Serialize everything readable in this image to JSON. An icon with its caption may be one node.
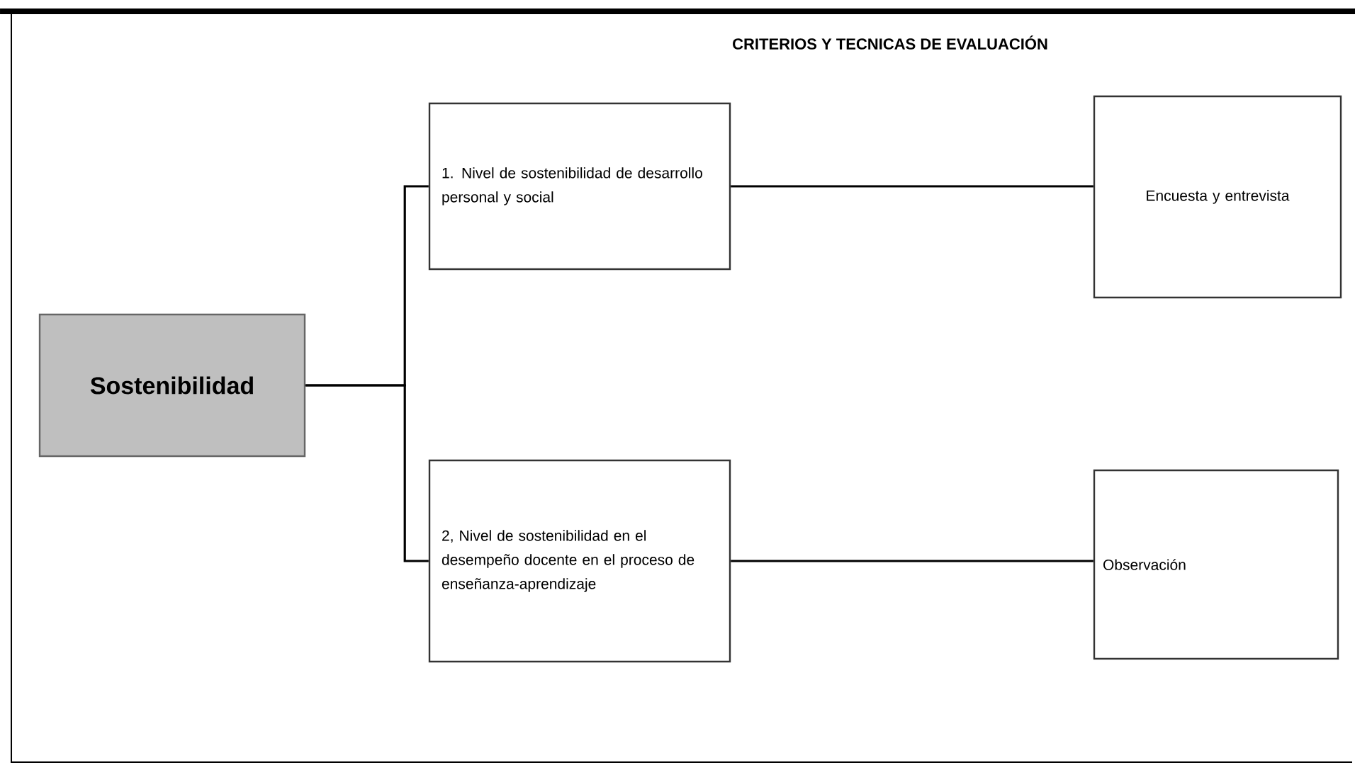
{
  "diagram": {
    "title": "CRITERIOS Y TECNICAS DE EVALUACIÓN",
    "nodes": [
      {
        "text": [
          "Sostenibilidad"
        ]
      },
      {
        "text": [
          "1. Nivel de sostenibilidad de desarrollo personal y social"
        ]
      },
      {
        "text": [
          "2, Nivel de sostenibilidad en el desempeño docente en el proceso de enseñanza-aprendizaje"
        ]
      },
      {
        "text": [
          "Encuesta y entrevista"
        ]
      },
      {
        "text": [
          "Observación"
        ]
      }
    ],
    "edges": [
      {
        "from": 0,
        "to": 1,
        "arrow": "none"
      },
      {
        "from": 0,
        "to": 2,
        "arrow": "none"
      },
      {
        "from": 1,
        "to": 3,
        "arrow": "none"
      },
      {
        "from": 2,
        "to": 4,
        "arrow": "none"
      }
    ]
  }
}
